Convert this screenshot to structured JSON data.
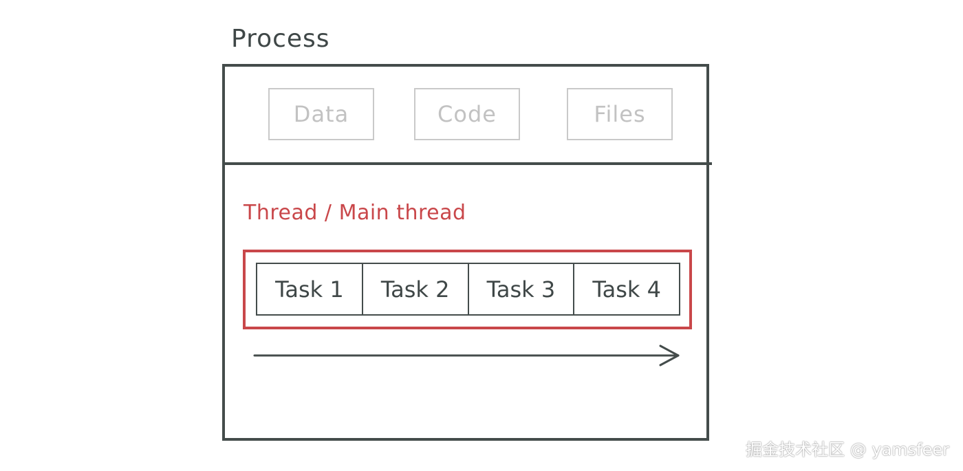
{
  "process": {
    "title": "Process",
    "resources": [
      "Data",
      "Code",
      "Files"
    ]
  },
  "thread": {
    "label": "Thread / Main thread",
    "tasks": [
      "Task 1",
      "Task 2",
      "Task 3",
      "Task 4"
    ]
  },
  "timeline": {
    "icon": "right-arrow-icon"
  },
  "watermark": "掘金技术社区 @ yamsfeer",
  "colors": {
    "outline": "#444c4b",
    "resource": "#c2c2c2",
    "thread": "#c9474a"
  }
}
